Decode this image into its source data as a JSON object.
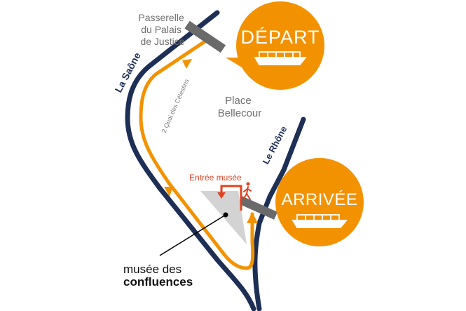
{
  "map": {
    "passerelle": [
      "Passerelle",
      "du Palais",
      "de Justice"
    ],
    "saone": "La Saône",
    "quai": "2 Quai des Célestins",
    "place": [
      "Place",
      "Bellecour"
    ],
    "rhone": "Le Rhône",
    "entree": "Entrée musée",
    "depart": "DÉPART",
    "arrivee": "ARRIVÉE",
    "musee": [
      "musée des",
      "confluences"
    ]
  },
  "colors": {
    "river": "#1e2f55",
    "route": "#f39200",
    "grey": "#6f6f6f",
    "entrance": "#e2401f",
    "museum": "#d0d0d0"
  },
  "icons": [
    "boat-icon",
    "pedestrian-icon",
    "route-arrow-icon"
  ]
}
